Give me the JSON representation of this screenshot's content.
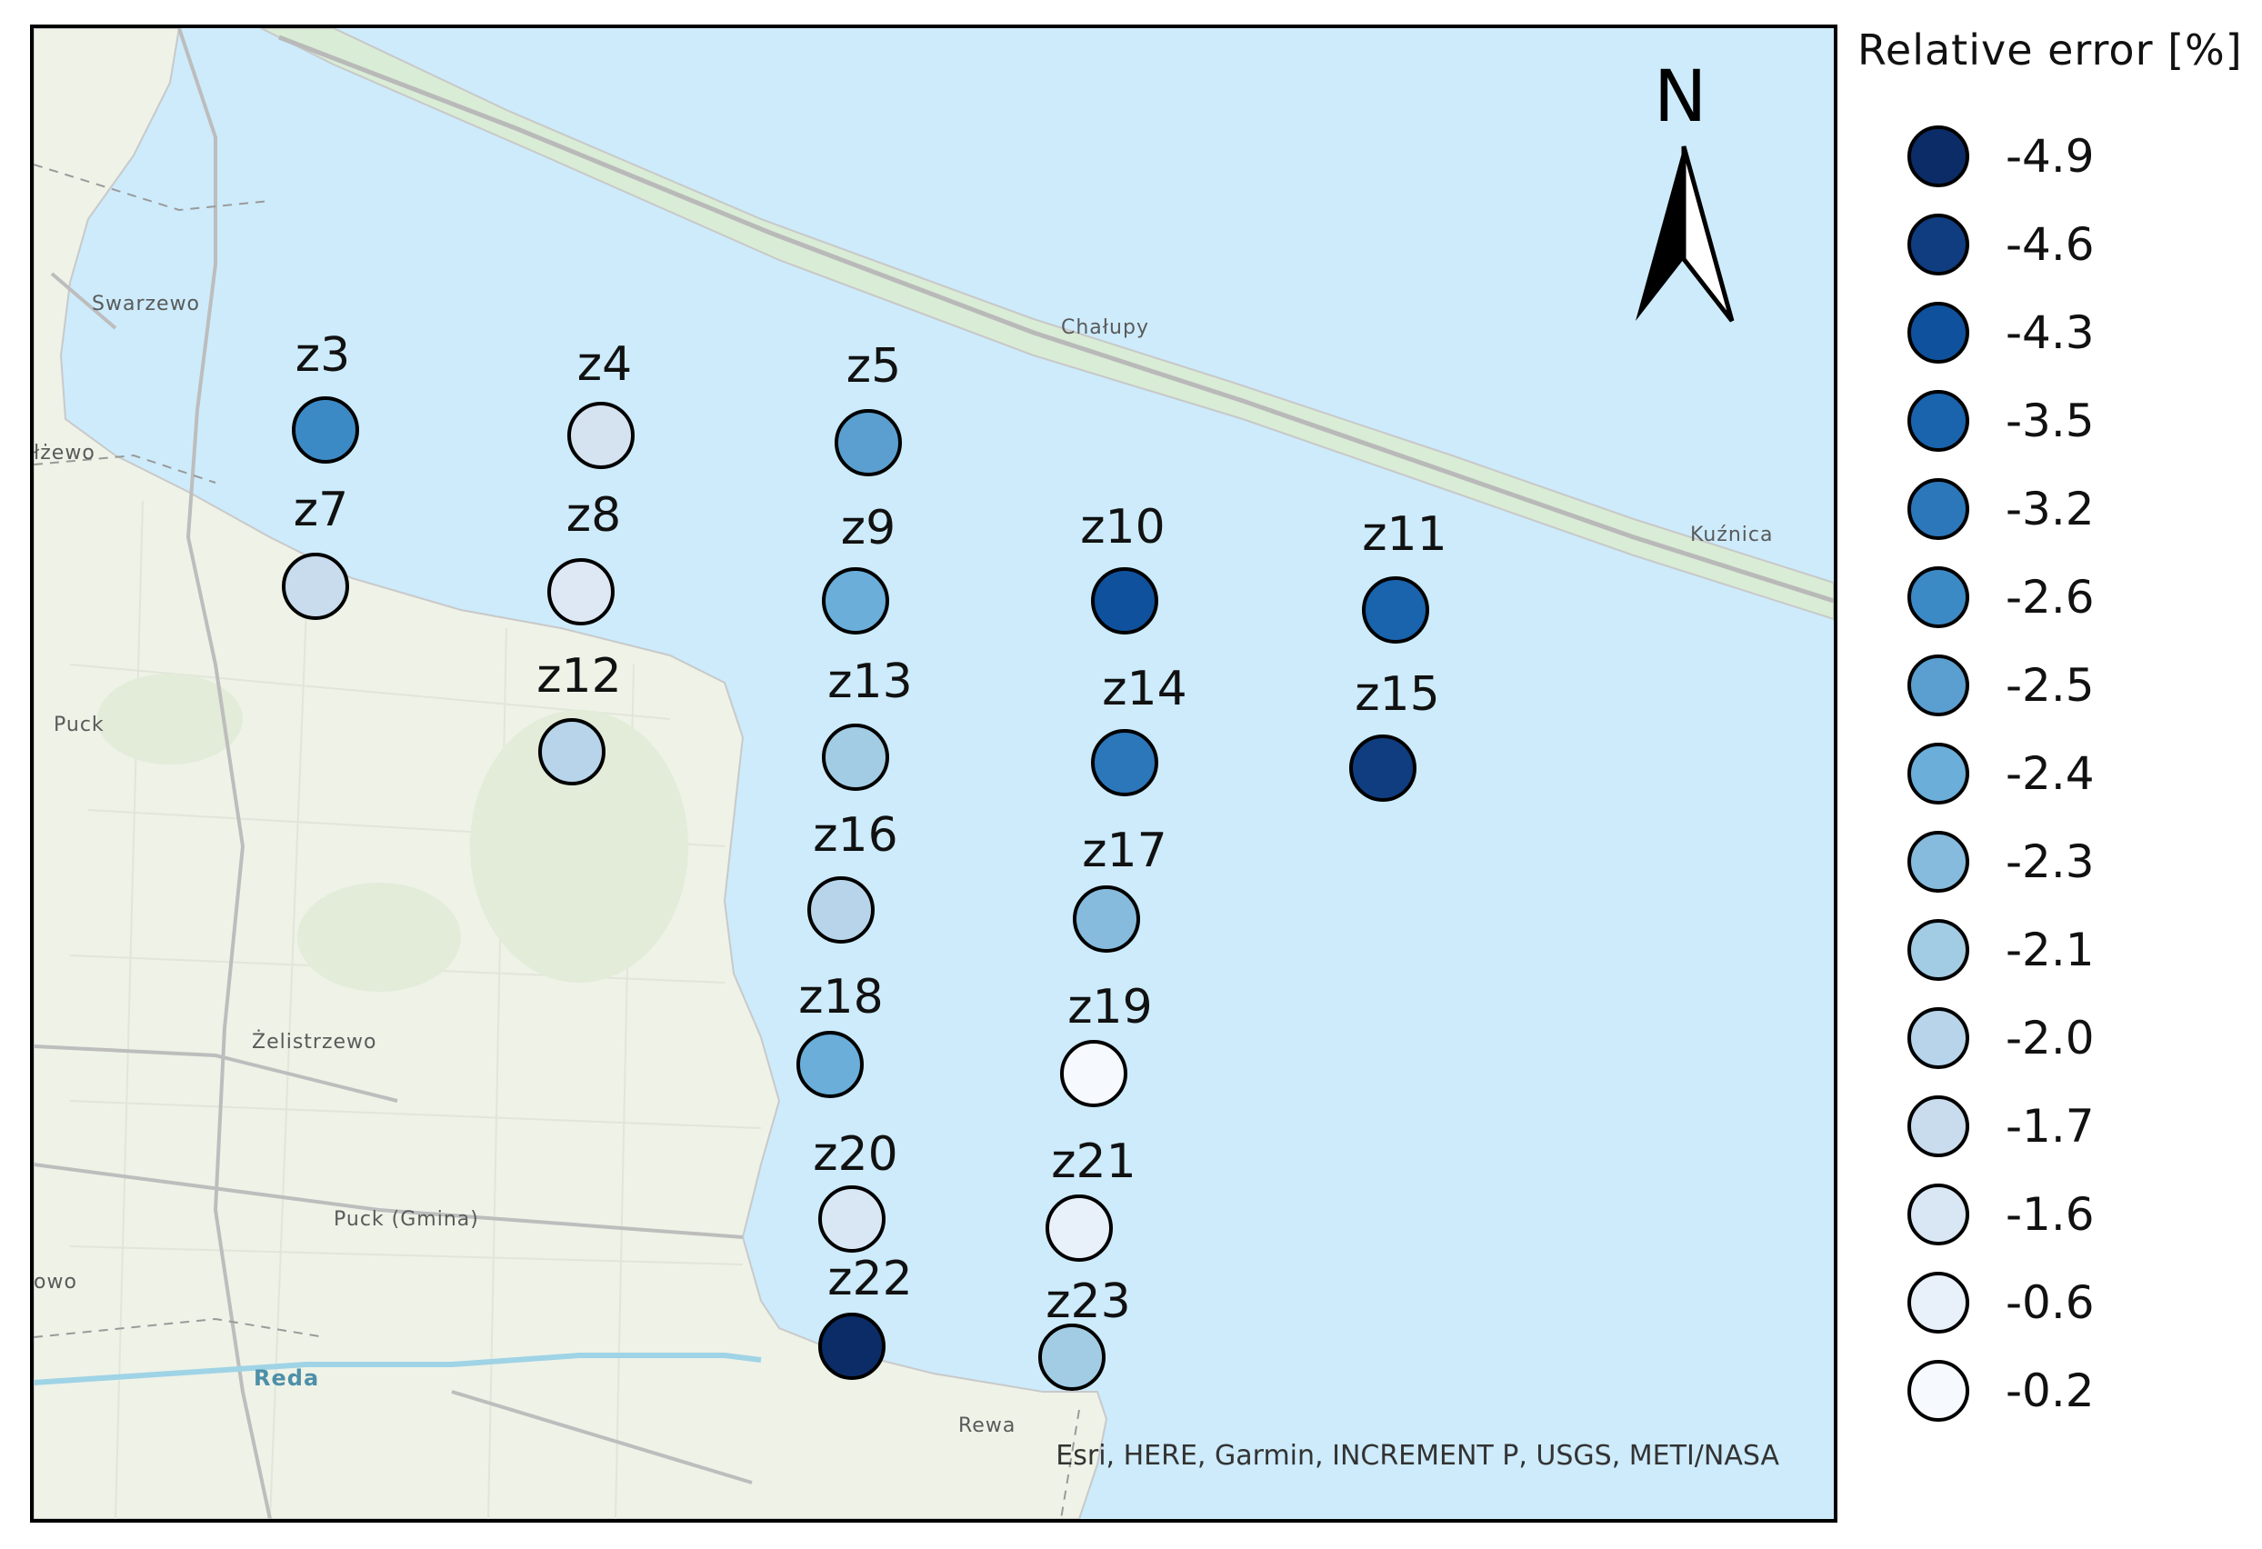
{
  "legend": {
    "title": "Relative error [%]",
    "classes": [
      {
        "label": "-4.9",
        "color": "#0b2c66"
      },
      {
        "label": "-4.6",
        "color": "#0f3d80"
      },
      {
        "label": "-4.3",
        "color": "#0f519c"
      },
      {
        "label": "-3.5",
        "color": "#1a63ad"
      },
      {
        "label": "-3.2",
        "color": "#2b77ba"
      },
      {
        "label": "-2.6",
        "color": "#3c8ac5"
      },
      {
        "label": "-2.5",
        "color": "#5a9fd0"
      },
      {
        "label": "-2.4",
        "color": "#6aaed9"
      },
      {
        "label": "-2.3",
        "color": "#86bbdd"
      },
      {
        "label": "-2.1",
        "color": "#a2cce3"
      },
      {
        "label": "-2.0",
        "color": "#b7d4ea"
      },
      {
        "label": "-1.7",
        "color": "#c9dcee"
      },
      {
        "label": "-1.6",
        "color": "#d9e7f4"
      },
      {
        "label": "-0.6",
        "color": "#e8f0f9"
      },
      {
        "label": "-0.2",
        "color": "#f6f9fd"
      }
    ]
  },
  "north_arrow": {
    "label": "N"
  },
  "places": [
    "Swarzewo",
    "łżewo",
    "Puck",
    "Chałupy",
    "Kuźnica",
    "Żelistrzewo",
    "Puck (Gmina)",
    "owo",
    "Reda",
    "Rewa"
  ],
  "attribution": "Esri, HERE, Garmin, INCREMENT P, USGS, METI/NASA",
  "stations": [
    {
      "name": "z3",
      "color": "#3c8ac5"
    },
    {
      "name": "z4",
      "color": "#d5e3f1"
    },
    {
      "name": "z5",
      "color": "#5a9fd0"
    },
    {
      "name": "z7",
      "color": "#c9dcee"
    },
    {
      "name": "z8",
      "color": "#dde8f4"
    },
    {
      "name": "z9",
      "color": "#6aaed9"
    },
    {
      "name": "z10",
      "color": "#0f519c"
    },
    {
      "name": "z11",
      "color": "#1a63ad"
    },
    {
      "name": "z12",
      "color": "#b7d4ea"
    },
    {
      "name": "z13",
      "color": "#a2cce3"
    },
    {
      "name": "z14",
      "color": "#2b77ba"
    },
    {
      "name": "z15",
      "color": "#0f3d80"
    },
    {
      "name": "z16",
      "color": "#b7d4ea"
    },
    {
      "name": "z17",
      "color": "#86bbdd"
    },
    {
      "name": "z18",
      "color": "#6aaed9"
    },
    {
      "name": "z19",
      "color": "#f6f9fd"
    },
    {
      "name": "z20",
      "color": "#d9e7f4"
    },
    {
      "name": "z21",
      "color": "#e8f0f9"
    },
    {
      "name": "z22",
      "color": "#0b2c66"
    },
    {
      "name": "z23",
      "color": "#a2cce3"
    }
  ]
}
